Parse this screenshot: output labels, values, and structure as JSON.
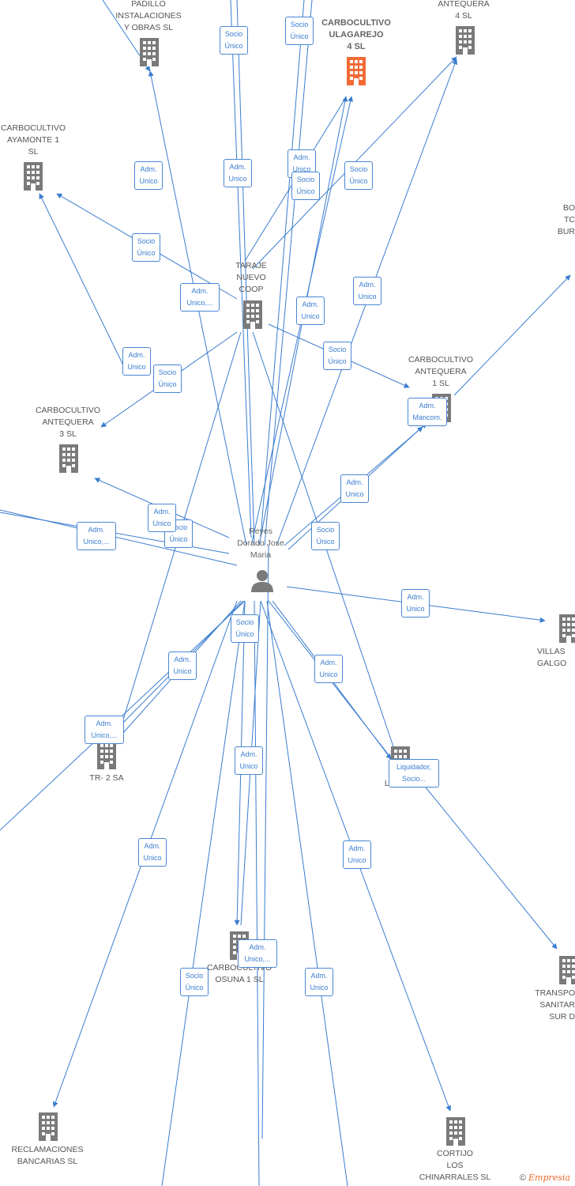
{
  "nodes": [
    {
      "id": "padillo",
      "label": "PADILLO\nINSTALACIONES\nY OBRAS SL",
      "type": "company"
    },
    {
      "id": "ulagarejo",
      "label": "CARBOCULTIVO\nULAGAREJO\n4  SL",
      "type": "company-focus"
    },
    {
      "id": "ant4",
      "label": "ANTEQUERA\n4  SL",
      "type": "company"
    },
    {
      "id": "ayamonte",
      "label": "CARBOCULTIVO\nAYAMONTE 1\nSL",
      "type": "company"
    },
    {
      "id": "bo",
      "label": "BO\nTC\nBUR",
      "type": "company"
    },
    {
      "id": "taraje",
      "label": "TARAJE\nNUEVO\nCOOP",
      "type": "company"
    },
    {
      "id": "ant1",
      "label": "CARBOCULTIVO\nANTEQUERA\n1  SL",
      "type": "company"
    },
    {
      "id": "ant3",
      "label": "CARBOCULTIVO\nANTEQUERA\n3  SL",
      "type": "company"
    },
    {
      "id": "reyes",
      "label": "Reyes\nDorado Jose\nMaria",
      "type": "person"
    },
    {
      "id": "villas",
      "label": "VILLAS\nGALGO",
      "type": "company"
    },
    {
      "id": "tr2",
      "label": "TR- 2 SA",
      "type": "company"
    },
    {
      "id": "lar",
      "label": "LAR       SL",
      "type": "company"
    },
    {
      "id": "osuna",
      "label": "CARBOCULTIVO\nOSUNA 1  SL",
      "type": "company"
    },
    {
      "id": "transpo",
      "label": "TRANSPO\nSANITAR\nSUR D",
      "type": "company"
    },
    {
      "id": "reclam",
      "label": "RECLAMACIONES\nBANCARIAS  SL",
      "type": "company"
    },
    {
      "id": "cortijo",
      "label": "CORTIJO\nLOS\nCHINARRALES SL",
      "type": "company"
    }
  ],
  "relations": [
    {
      "id": "r1",
      "label": "Socio\nÚnico"
    },
    {
      "id": "r2",
      "label": "Socio\nÚnico"
    },
    {
      "id": "r3",
      "label": "Adm.\nUnico"
    },
    {
      "id": "r4",
      "label": "Adm.\nUnico"
    },
    {
      "id": "r5",
      "label": "Adm.\nUnico"
    },
    {
      "id": "r6",
      "label": "Socio\nÚnico"
    },
    {
      "id": "r7",
      "label": "Socio\nÚnico"
    },
    {
      "id": "r8",
      "label": "Socio\nÚnico"
    },
    {
      "id": "r9",
      "label": "Adm.\nUnico,..."
    },
    {
      "id": "r10",
      "label": "Adm.\nUnico"
    },
    {
      "id": "r11",
      "label": "Adm.\nUnico"
    },
    {
      "id": "r12",
      "label": "Socio\nÚnico"
    },
    {
      "id": "r13",
      "label": "Adm.\nUnico"
    },
    {
      "id": "r14",
      "label": "Socio\nÚnico"
    },
    {
      "id": "r15",
      "label": "Adm.\nMancom."
    },
    {
      "id": "r16",
      "label": "Adm.\nUnico"
    },
    {
      "id": "r17",
      "label": "Socio\nÚnico"
    },
    {
      "id": "r18",
      "label": "Adm.\nUnico"
    },
    {
      "id": "r19",
      "label": "Adm.\nUnico,..."
    },
    {
      "id": "r20",
      "label": "Socio\nÚnico"
    },
    {
      "id": "r21",
      "label": "Adm.\nUnico"
    },
    {
      "id": "r22",
      "label": "Socio\nÚnico"
    },
    {
      "id": "r23",
      "label": "Adm.\nUnico"
    },
    {
      "id": "r24",
      "label": "Adm.\nUnico"
    },
    {
      "id": "r25",
      "label": "Adm.\nUnico,..."
    },
    {
      "id": "r26",
      "label": "Liquidador,\nSocio..."
    },
    {
      "id": "r27",
      "label": "Adm.\nUnico"
    },
    {
      "id": "r28",
      "label": "Adm.\nUnico"
    },
    {
      "id": "r29",
      "label": "Adm.\nUnico"
    },
    {
      "id": "r30",
      "label": "Adm.\nUnico,..."
    },
    {
      "id": "r31",
      "label": "Socio\nÚnico"
    },
    {
      "id": "r32",
      "label": "Adm.\nUnico"
    }
  ],
  "colors": {
    "edge": "#3a7dd0",
    "icon": "#7a7a7a",
    "focus_icon": "#f26b36",
    "badge_text": "#3a7dd0"
  },
  "icons": {
    "company": "building-icon",
    "person": "person-icon"
  },
  "footer": {
    "copyright_symbol": "©",
    "brand": "Empresia"
  }
}
